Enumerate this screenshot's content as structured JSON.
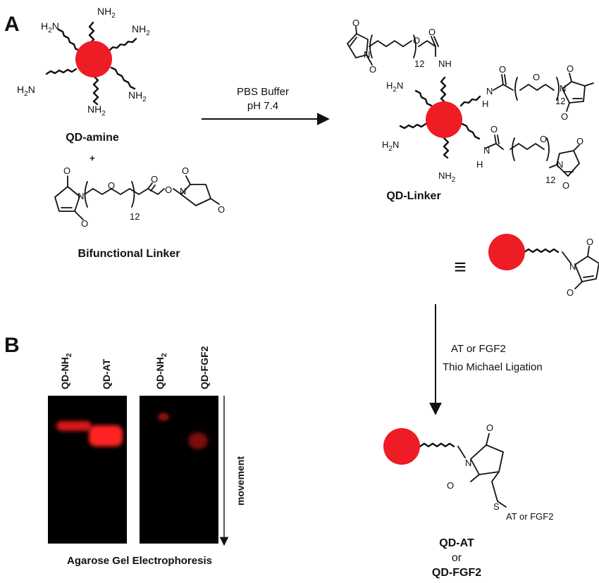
{
  "panels": {
    "a_label": "A",
    "b_label": "B"
  },
  "qd_amine": {
    "name": "QD-amine",
    "amine_prefix": "H",
    "amine_suffix": "N",
    "amine_right": "NH",
    "subscript": "2",
    "plus": "+"
  },
  "linker": {
    "name": "Bifunctional Linker",
    "repeat": "12",
    "atom_o": "O",
    "atom_n": "N"
  },
  "reaction1": {
    "line1": "PBS Buffer",
    "line2": "pH 7.4"
  },
  "qd_linker": {
    "name": "QD-Linker",
    "nh": "NH",
    "h": "H",
    "repeat": "12"
  },
  "equivalence": "≡",
  "reaction2": {
    "line1": "AT or FGF2",
    "line2": "Thio Michael Ligation"
  },
  "product": {
    "sulfur": "S",
    "substituent": "AT or FGF2",
    "name_line1": "QD-AT",
    "name_line2": "or",
    "name_line3": "QD-FGF2"
  },
  "gel": {
    "lanes": [
      "QD-NH",
      "QD-AT",
      "QD-NH",
      "QD-FGF2"
    ],
    "lane_subscripts": [
      "2",
      "",
      "2",
      ""
    ],
    "movement_label": "movement",
    "caption": "Agarose Gel Electrophoresis"
  },
  "colors": {
    "quantum_dot": "#ee1c24",
    "gel_background": "#000000",
    "band_color": "#ff1a1a"
  }
}
